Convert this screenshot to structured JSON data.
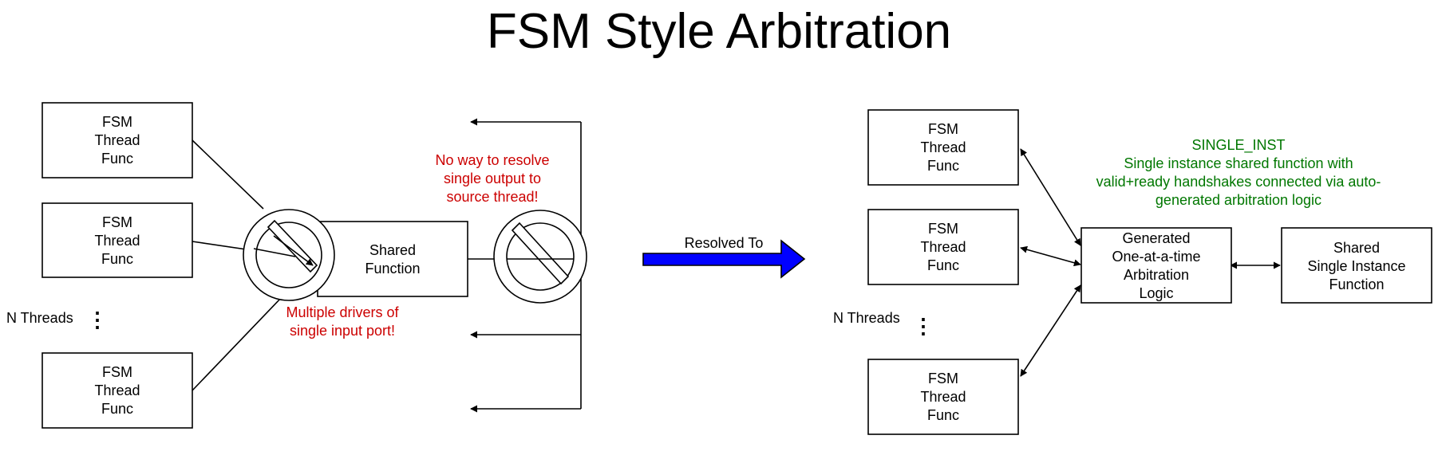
{
  "title": "FSM Style Arbitration",
  "colors": {
    "line": "#000000",
    "warning_red": "#CC0000",
    "note_green": "#007700",
    "arrow_blue": "#0000FF"
  },
  "left": {
    "thread_box_lines": [
      "FSM",
      "Thread",
      "Func"
    ],
    "n_threads_label": "N Threads",
    "ellipsis": "⋮",
    "shared_function_lines": [
      "Shared",
      "Function"
    ],
    "multiple_drivers_lines": [
      "Multiple drivers of",
      "single input port!"
    ],
    "no_way_lines": [
      "No way to resolve",
      "single output to",
      "source thread!"
    ]
  },
  "middle": {
    "resolved_to_label": "Resolved To"
  },
  "right": {
    "thread_box_lines": [
      "FSM",
      "Thread",
      "Func"
    ],
    "n_threads_label": "N Threads",
    "ellipsis": "⋮",
    "single_inst_lines": [
      "SINGLE_INST",
      "Single instance shared function with",
      "valid+ready handshakes connected via auto-",
      "generated arbitration logic"
    ],
    "arbitration_lines": [
      "Generated",
      "One-at-a-time",
      "Arbitration",
      "Logic"
    ],
    "shared_single_lines": [
      "Shared",
      "Single Instance",
      "Function"
    ]
  }
}
